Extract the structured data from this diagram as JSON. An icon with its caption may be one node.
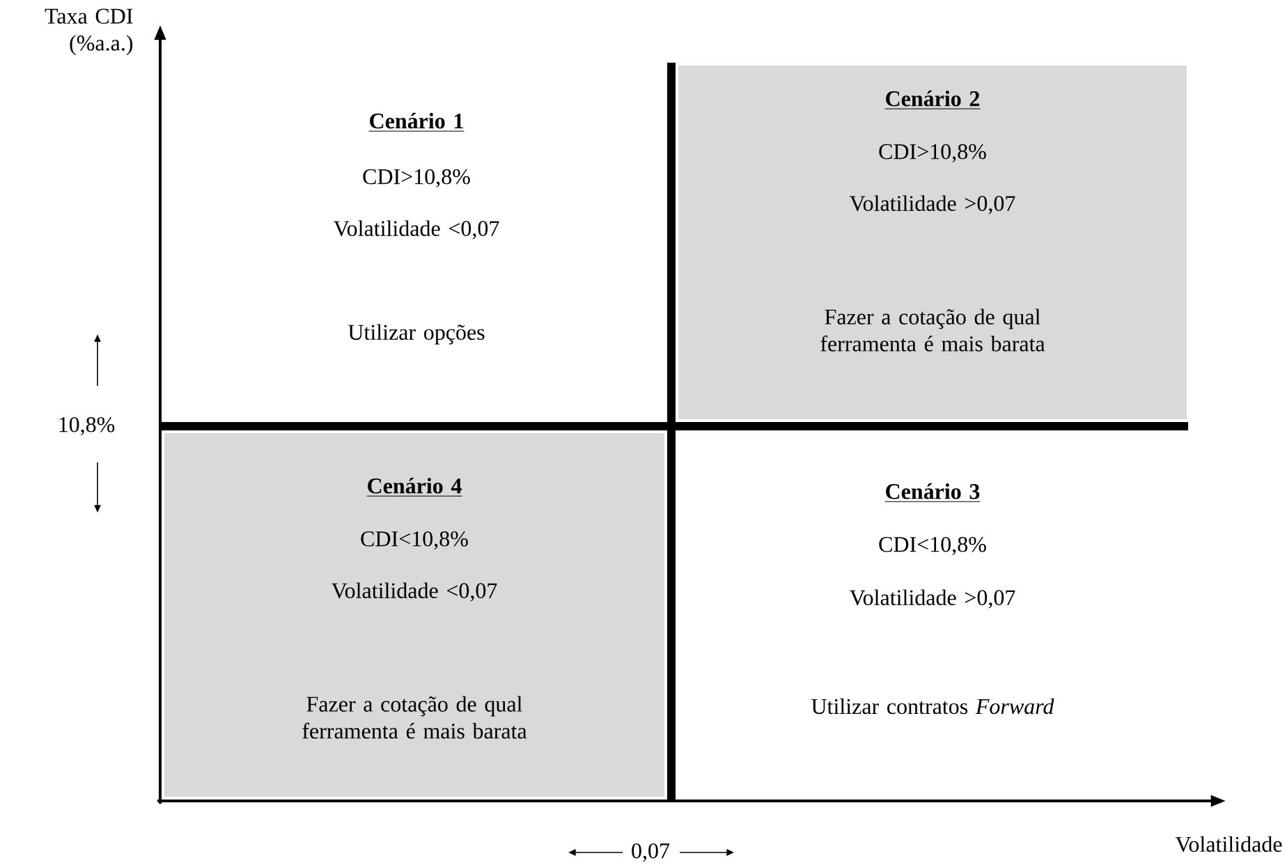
{
  "diagram": {
    "nodes": [
      {
        "text": [
          "Cenário 1",
          "CDI>10,8%",
          "Volatilidade <0,07",
          "Utilizar opções"
        ]
      },
      {
        "text": [
          "Cenário 2",
          "CDI>10,8%",
          "Volatilidade >0,07",
          "Fazer a cotação de qual ferramenta é mais barata"
        ]
      },
      {
        "text": [
          "Cenário 4",
          "CDI<10,8%",
          "Volatilidade <0,07",
          "Fazer a cotação de qual ferramenta é mais barata"
        ]
      },
      {
        "text": [
          "Cenário 3",
          "CDI<10,8%",
          "Volatilidade >0,07",
          "Utilizar contratos *Forward*"
        ]
      }
    ],
    "labels": [
      "Taxa CDI (%a.a.)",
      "10,8%",
      "0,07",
      "Volatilidade"
    ]
  }
}
